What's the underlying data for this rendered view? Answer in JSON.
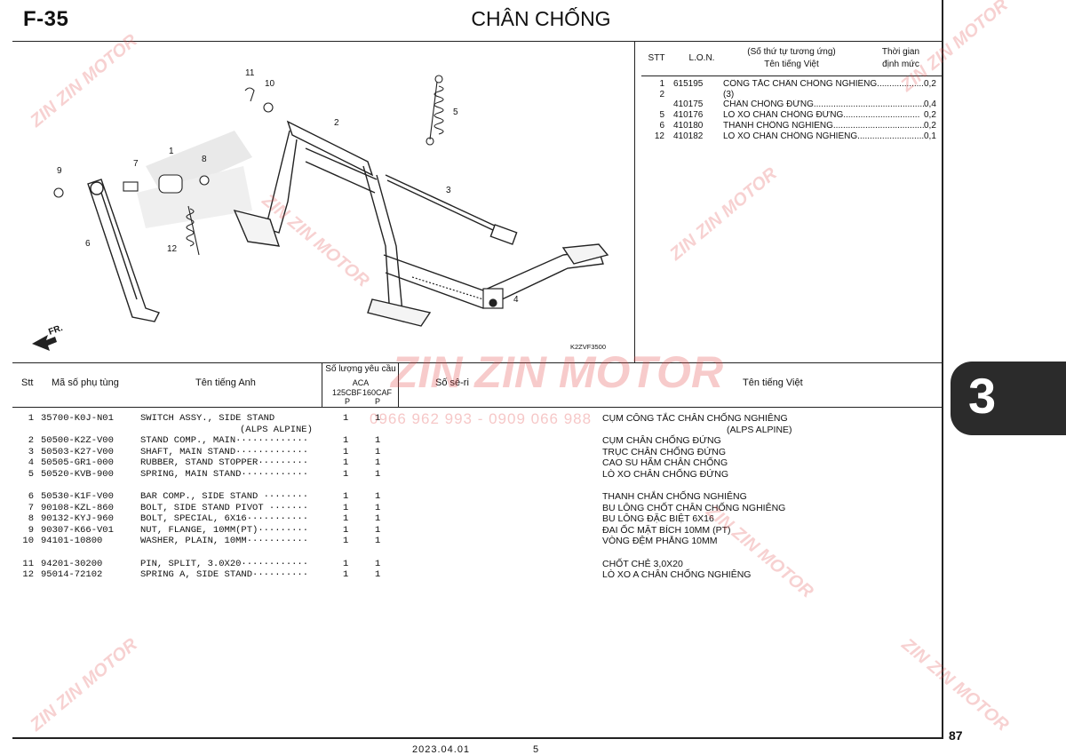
{
  "header": {
    "page_code": "F-35",
    "title": "CHÂN CHỐNG"
  },
  "diagram": {
    "ref_code": "K2ZVF3500",
    "front_label": "FR.",
    "callouts": [
      "1",
      "2",
      "3",
      "4",
      "5",
      "6",
      "7",
      "8",
      "9",
      "10",
      "11",
      "12"
    ]
  },
  "labor_table": {
    "headers": {
      "stt": "STT",
      "lon": "L.O.N.",
      "name_line1": "(Số thứ tự tương ứng)",
      "name_line2": "Tên tiếng Việt",
      "time_line1": "Thời gian",
      "time_line2": "định mức"
    },
    "rows": [
      {
        "stt": "1",
        "lon": "615195",
        "name": "CÔNG TẮC CHÂN CHỐNG NGHIÊNG...................",
        "time": "0,2"
      },
      {
        "stt": "2",
        "lon": "",
        "name": "(3)",
        "time": ""
      },
      {
        "stt": "",
        "lon": "410175",
        "name": "CHÂN CHỐNG ĐỨNG.............................................",
        "time": "0,4"
      },
      {
        "stt": "5",
        "lon": "410176",
        "name": "LÒ XO CHÂN CHỐNG ĐỨNG...............................",
        "time": "0,2"
      },
      {
        "stt": "6",
        "lon": "410180",
        "name": "THANH CHỐNG NGHIÊNG.....................................",
        "time": "0,2"
      },
      {
        "stt": "12",
        "lon": "410182",
        "name": "LÒ XO CHÂN CHỐNG NGHIÊNG...........................",
        "time": "0,1"
      }
    ]
  },
  "parts_table": {
    "headers": {
      "stt": "Stt",
      "part_no": "Mã số phụ tùng",
      "en_name": "Tên tiếng Anh",
      "qty": "Số lượng yêu cầu",
      "qty_model": "ACA",
      "qty_col1": "125CBF",
      "qty_col2": "160CAF",
      "qty_p1": "P",
      "qty_p2": "P",
      "serial": "Số sê-ri",
      "vn_name": "Tên tiếng Việt"
    },
    "rows": [
      {
        "stt": "1",
        "part_no": "35700-K0J-N01",
        "en": "SWITCH ASSY., SIDE STAND",
        "en2": "(ALPS ALPINE)",
        "q1": "1",
        "q2": "1",
        "vn": "CỤM CÔNG TẮC CHÂN CHỐNG NGHIÊNG",
        "vn2": "(ALPS ALPINE)"
      },
      {
        "stt": "2",
        "part_no": "50500-K2Z-V00",
        "en": "STAND COMP., MAIN·············",
        "q1": "1",
        "q2": "1",
        "vn": "CỤM CHÂN CHỐNG ĐỨNG"
      },
      {
        "stt": "3",
        "part_no": "50503-K27-V00",
        "en": "SHAFT, MAIN STAND·············",
        "q1": "1",
        "q2": "1",
        "vn": "TRỤC CHÂN CHỐNG ĐỨNG"
      },
      {
        "stt": "4",
        "part_no": "50505-GR1-000",
        "en": "RUBBER, STAND STOPPER·········",
        "q1": "1",
        "q2": "1",
        "vn": "CAO SU HÃM CHÂN CHỐNG"
      },
      {
        "stt": "5",
        "part_no": "50520-KVB-900",
        "en": "SPRING, MAIN STAND············",
        "q1": "1",
        "q2": "1",
        "vn": "LÒ XO CHÂN CHỐNG ĐỨNG"
      },
      {
        "stt": "6",
        "part_no": "50530-K1F-V00",
        "en": "BAR COMP., SIDE STAND ········",
        "q1": "1",
        "q2": "1",
        "vn": "THANH CHẮN CHỐNG NGHIÊNG"
      },
      {
        "stt": "7",
        "part_no": "90108-KZL-860",
        "en": "BOLT, SIDE STAND PIVOT ·······",
        "q1": "1",
        "q2": "1",
        "vn": "BU LÔNG CHỐT CHÂN CHỐNG NGHIÊNG"
      },
      {
        "stt": "8",
        "part_no": "90132-KYJ-960",
        "en": "BOLT, SPECIAL, 6X16···········",
        "q1": "1",
        "q2": "1",
        "vn": "BU LÔNG ĐẶC BIỆT 6X16"
      },
      {
        "stt": "9",
        "part_no": "90307-K66-V01",
        "en": "NUT, FLANGE, 10MM(PT)·········",
        "q1": "1",
        "q2": "1",
        "vn": "ĐAI ỐC MẶT BÍCH 10MM (PT)"
      },
      {
        "stt": "10",
        "part_no": "94101-10800",
        "en": "WASHER, PLAIN, 10MM···········",
        "q1": "1",
        "q2": "1",
        "vn": "VÒNG ĐỆM PHẲNG 10MM"
      },
      {
        "stt": "11",
        "part_no": "94201-30200",
        "en": "PIN, SPLIT, 3.0X20············",
        "q1": "1",
        "q2": "1",
        "vn": "CHỐT CHẺ 3,0X20"
      },
      {
        "stt": "12",
        "part_no": "95014-72102",
        "en": "SPRING A, SIDE STAND··········",
        "q1": "1",
        "q2": "1",
        "vn": "LÒ XO A CHÂN CHỐNG NGHIÊNG"
      }
    ]
  },
  "section_tab": "3",
  "page_number": "87",
  "footer": {
    "date": "2023.04.01",
    "mark": "5"
  },
  "watermark": {
    "brand": "ZIN ZIN MOTOR",
    "phone": "0966 962 993 - 0909 066 988"
  },
  "colors": {
    "watermark": "#e14646",
    "tab": "#2b2b2b"
  }
}
